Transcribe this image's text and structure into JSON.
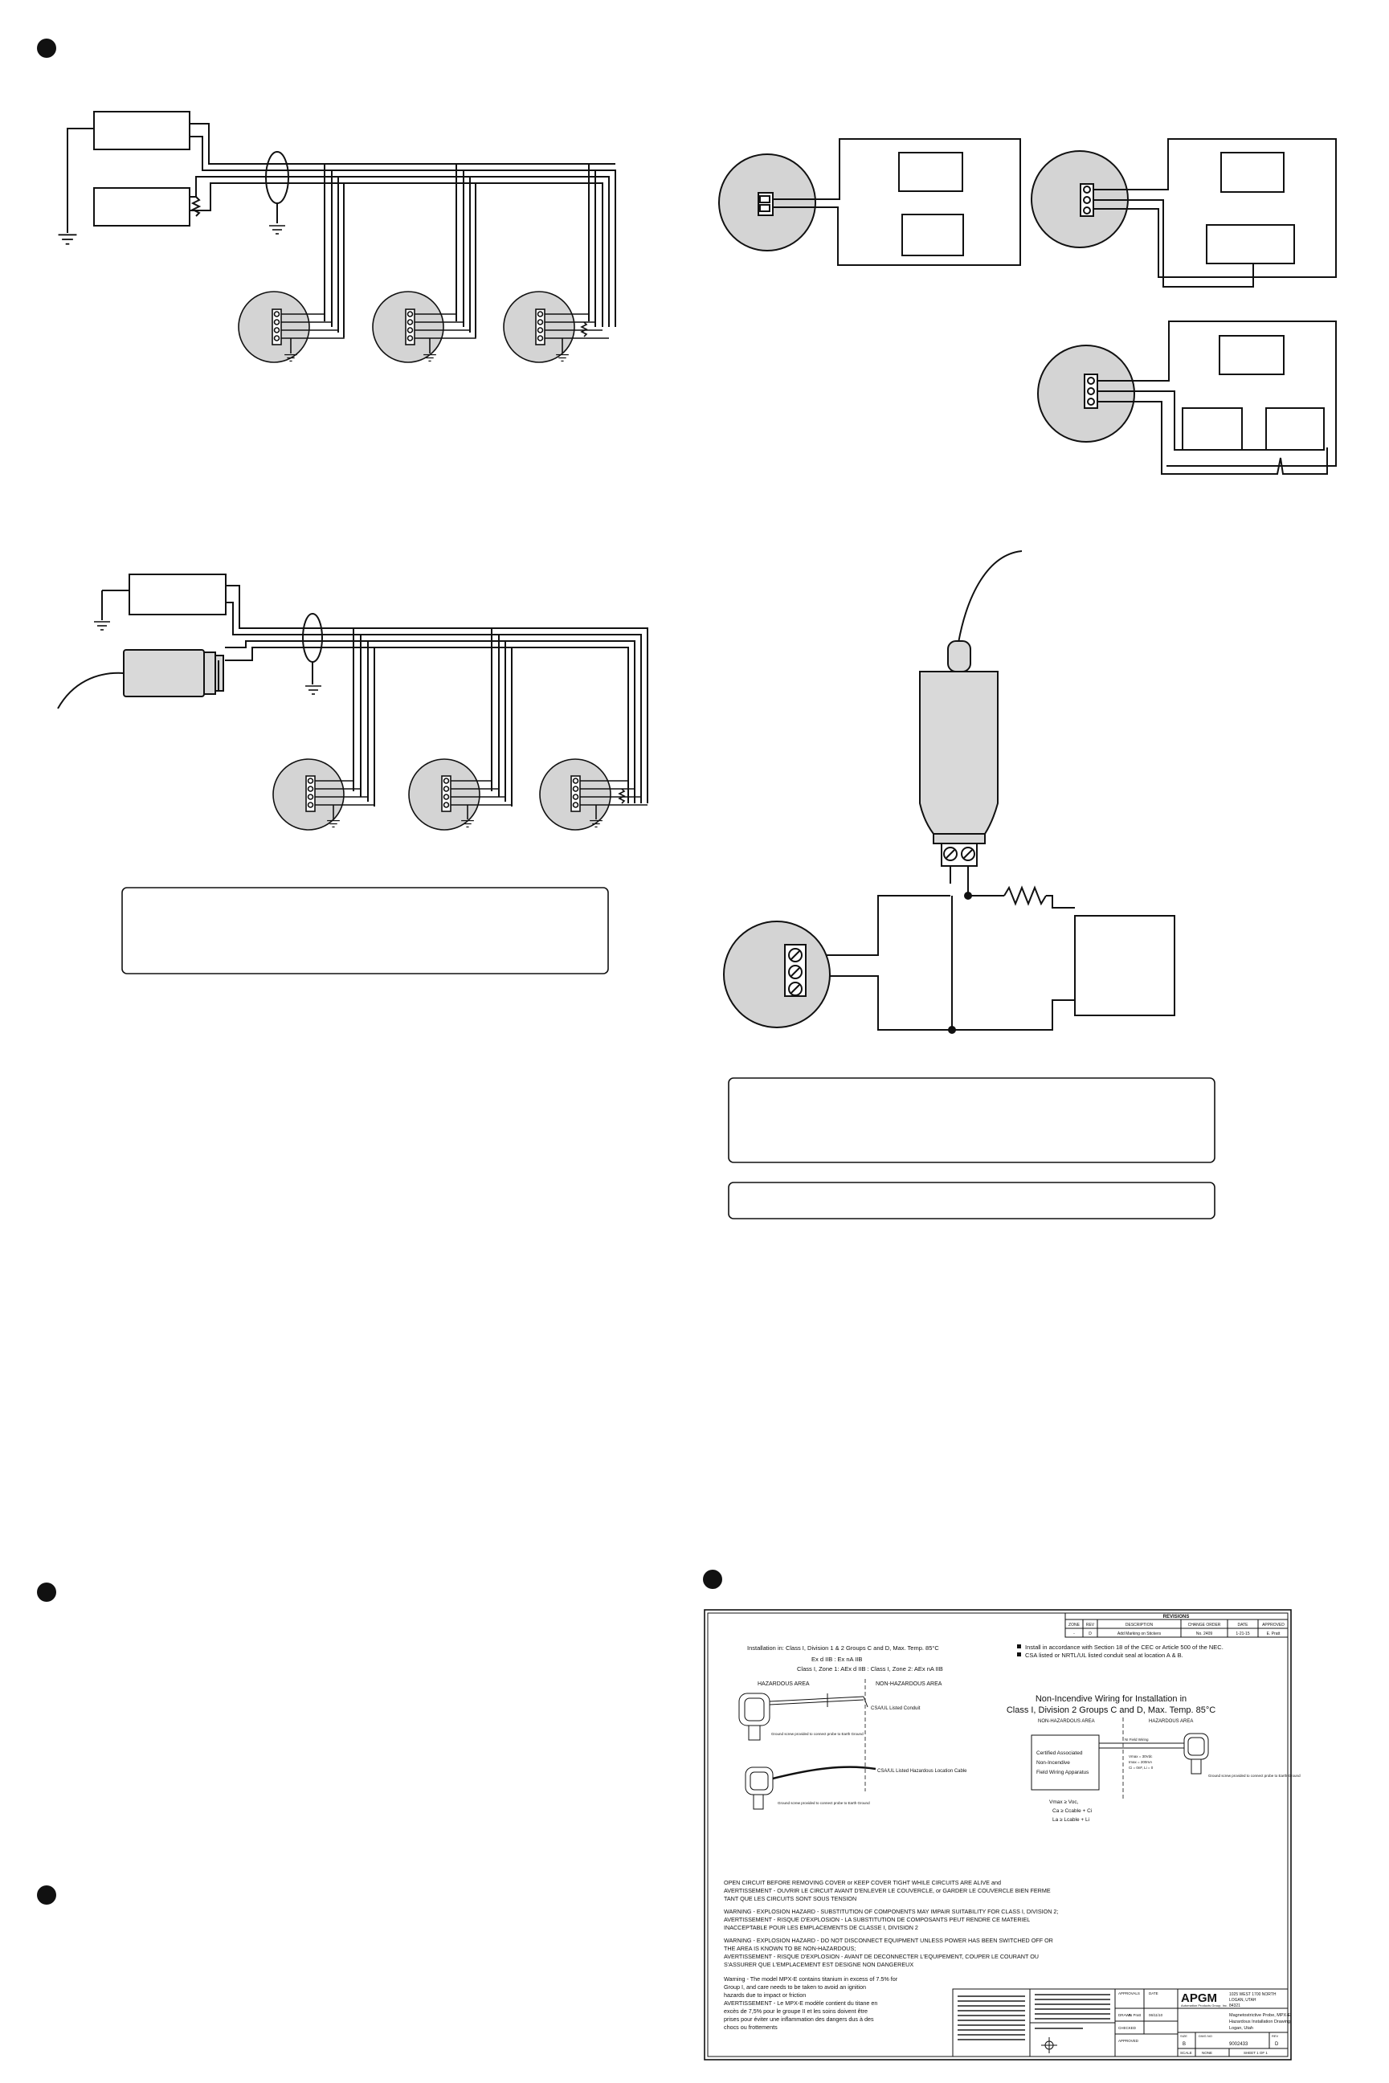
{
  "colors": {
    "ink": "#111111",
    "device_fill": "#d9d9d9",
    "gray_circle": "#d4d4d4"
  },
  "icons": [
    "section-bullet-icon",
    "ground-icon",
    "resistor-icon",
    "terminal-block-icon",
    "cable-shield-icon"
  ],
  "drawing": {
    "revisions_title": "REVISIONS",
    "rev_headers": [
      "ZONE",
      "REV",
      "DESCRIPTION",
      "CHANGE ORDER",
      "DATE",
      "APPROVED"
    ],
    "rev_row": [
      "-",
      "D",
      "Add Marking on Stickers",
      "No. 2409",
      "1-21-15",
      "E. Pratt"
    ],
    "install_line1": "Installation in: Class I, Division 1 & 2 Groups C and D, Max. Temp. 85°C",
    "install_line2": "Ex d IIB : Ex nA IIB",
    "install_line3": "Class I, Zone 1: AEx d IIB : Class I, Zone 2: AEx nA IIB",
    "bullet1": "Install in accordance with Section 18 of the CEC or Article 500 of the NEC.",
    "bullet2": "CSA listed or NRTL/UL listed conduit seal at location A & B.",
    "hazardous_area": "HAZARDOUS AREA",
    "non_hazardous_area": "NON-HAZARDOUS AREA",
    "conduit_label": "CSA/UL Listed Conduit",
    "ground_note_1": "Ground screw provided to connect probe to Earth Ground",
    "cable_label": "CSA/UL Listed Hazardous Location Cable",
    "ground_note_2": "Ground screw provided to connect probe to Earth Ground",
    "ni_title_1": "Non-Incendive Wiring for Installation in",
    "ni_title_2": "Class I, Division 2 Groups C and D, Max. Temp. 85°C",
    "ni_nonhaz": "NON-HAZARDOUS AREA",
    "ni_haz": "HAZARDOUS AREA",
    "ni_field_wiring": "NI Field Wiring",
    "ni_box_1": "Certified Associated",
    "ni_box_2": "Non-Incendive",
    "ni_box_3": "Field Wiring Apparatus",
    "ni_param_1": "Vmax = 30Vdc",
    "ni_param_2": "Imax = 200mA",
    "ni_param_3": "Ci = 0nF, Li = 0",
    "ni_ground_note": "Ground screw provided to connect probe to Earth Ground",
    "ni_eq_1": "Vmax ≥ Voc,",
    "ni_eq_2": "Ca ≥ Ccable + Ci",
    "ni_eq_3": "La ≥ Lcable + Li",
    "warning_1a": "OPEN CIRCUIT BEFORE REMOVING COVER or KEEP COVER TIGHT WHILE CIRCUITS ARE ALIVE and",
    "warning_1b": "AVERTISSEMENT - OUVRIR LE CIRCUIT AVANT D'ENLEVER LE COUVERCLE, or GARDER LE COUVERCLE BIEN FERME",
    "warning_1c": "TANT QUE LES CIRCUITS SONT SOUS TENSION",
    "warning_2a": "WARNING - EXPLOSION HAZARD - SUBSTITUTION OF COMPONENTS MAY IMPAIR SUITABILITY FOR CLASS I, DIVISION 2;",
    "warning_2b": "AVERTISSEMENT - RISQUE D'EXPLOSION - LA SUBSTITUTION DE COMPOSANTS PEUT RENDRE CE MATERIEL",
    "warning_2c": "INACCEPTABLE POUR LES EMPLACEMENTS DE CLASSE I, DIVISION 2",
    "warning_3a": "WARNING - EXPLOSION HAZARD - DO NOT DISCONNECT EQUIPMENT UNLESS POWER HAS BEEN SWITCHED OFF OR",
    "warning_3b": "THE AREA IS KNOWN TO BE NON-HAZARDOUS;",
    "warning_3c": "AVERTISSEMENT - RISQUE D'EXPLOSION - AVANT DE DECONNECTER L'EQUIPEMENT, COUPER LE COURANT OU",
    "warning_3d": "S'ASSURER QUE L'EMPLACEMENT EST DESIGNE NON DANGEREUX",
    "warning_4a": "Warning - The model MPX-E contains titanium in excess of 7.5% for",
    "warning_4b": "Group I, and care needs to be taken to avoid an ignition",
    "warning_4c": "hazards due to impact or friction",
    "warning_4d": "AVERTISSEMENT - Le MPX-E modèle contient du titane en",
    "warning_4e": "excès de 7,5% pour le groupe II et les soins doivent être",
    "warning_4f": "prises pour éviter une inflammation des dangers dus à des",
    "warning_4g": "chocs ou frottements",
    "tb_company": "APGM",
    "tb_company_sub": "Automation Products Group, Inc.",
    "tb_logan_1": "1025 WEST 1700 NORTH",
    "tb_logan_2": "LOGAN, UTAH",
    "tb_logan_3": "84321",
    "tb_title_1": "Magnetostrictive Probe, MPX-E",
    "tb_title_2": "Hazardous Installation Drawing",
    "tb_title_3": "Logan, Utah",
    "tb_size": "SIZE",
    "tb_size_val": "B",
    "tb_dwg_no_label": "DWG NO",
    "tb_dwg_no": "9002433",
    "tb_rev": "REV",
    "tb_rev_val": "D",
    "tb_scale": "SCALE",
    "tb_scale_val": "NONE",
    "tb_sheet": "SHEET 1 OF 1",
    "tb_approvals": "APPROVALS",
    "tb_date": "DATE",
    "tb_drawn": "DRAWN",
    "tb_checked": "CHECKED",
    "tb_approved": "APPROVED",
    "tb_drawn_by": "E. Pratt",
    "tb_drawn_date": "06/11/10"
  }
}
